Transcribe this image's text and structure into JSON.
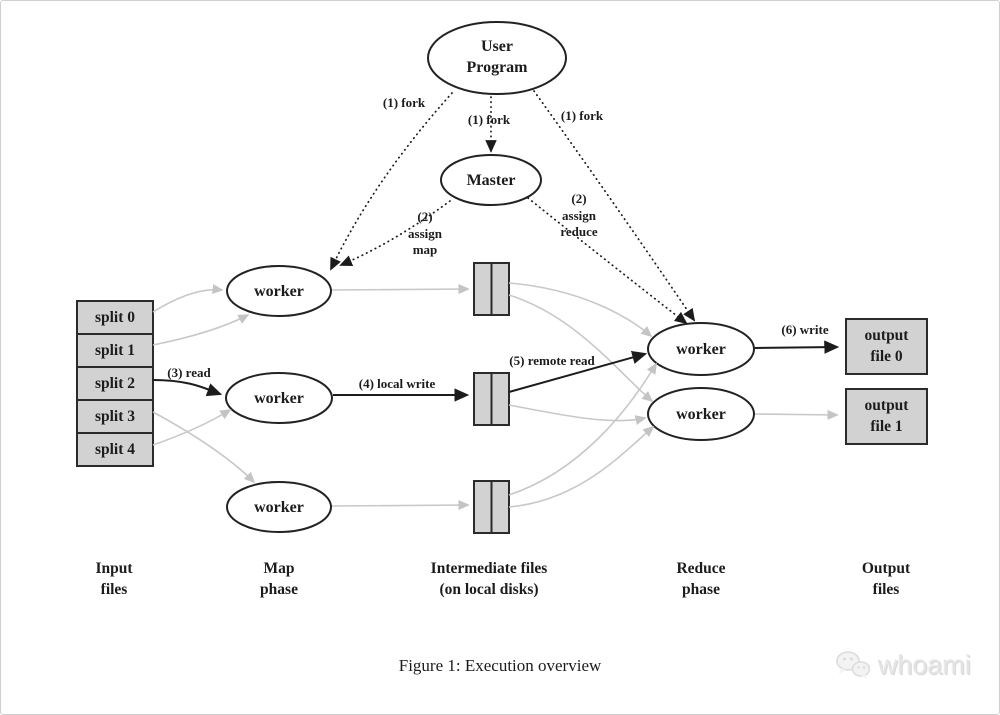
{
  "diagram": {
    "nodes": {
      "user_program": "User\nProgram",
      "master": "Master",
      "map_workers": [
        "worker",
        "worker",
        "worker"
      ],
      "reduce_workers": [
        "worker",
        "worker"
      ],
      "splits": [
        "split 0",
        "split 1",
        "split 2",
        "split 3",
        "split 4"
      ],
      "outputs": [
        "output\nfile 0",
        "output\nfile 1"
      ]
    },
    "edge_labels": {
      "fork_left": "(1) fork",
      "fork_center": "(1) fork",
      "fork_right": "(1) fork",
      "assign_map": "(2)\nassign\nmap",
      "assign_reduce": "(2)\nassign\nreduce",
      "read": "(3) read",
      "local_write": "(4) local write",
      "remote_read": "(5) remote read",
      "write": "(6) write"
    },
    "phase_labels": {
      "input": "Input\nfiles",
      "map": "Map\nphase",
      "intermediate": "Intermediate files\n(on local disks)",
      "reduce": "Reduce\nphase",
      "output": "Output\nfiles"
    },
    "colors": {
      "box_fill": "#d2d2d2",
      "box_border": "#2b2b2b",
      "ellipse_stroke": "#222222",
      "gray_arrow": "#c8c8c8",
      "black_arrow": "#1c1c1c",
      "page_border": "#cfcfcf",
      "watermark_gray": "#e3e3e3"
    }
  },
  "caption": "Figure 1: Execution overview",
  "watermark": "whoami"
}
